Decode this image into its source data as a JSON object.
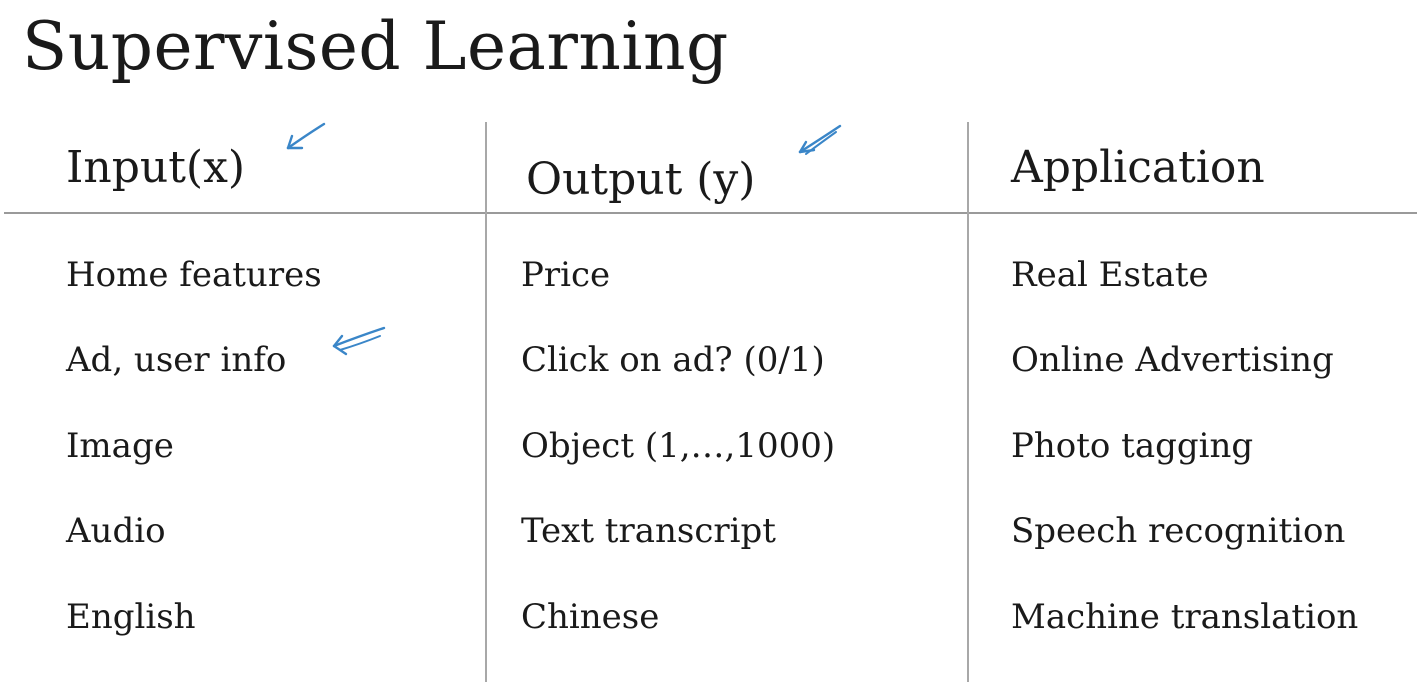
{
  "slide": {
    "title": "Supervised Learning",
    "headers": [
      "Input(x)",
      "Output (y)",
      "Application"
    ],
    "rows": [
      [
        "Home features",
        "Price",
        "Real Estate"
      ],
      [
        "Ad, user info",
        "Click on ad? (0/1)",
        "Online Advertising"
      ],
      [
        "Image",
        "Object (1,…,1000)",
        "Photo tagging"
      ],
      [
        "Audio",
        "Text transcript",
        "Speech recognition"
      ],
      [
        "English",
        "Chinese",
        "Machine translation"
      ]
    ],
    "annotation_color": "#3a86c8",
    "annotation_icon": "hand-drawn-arrow-icon"
  }
}
